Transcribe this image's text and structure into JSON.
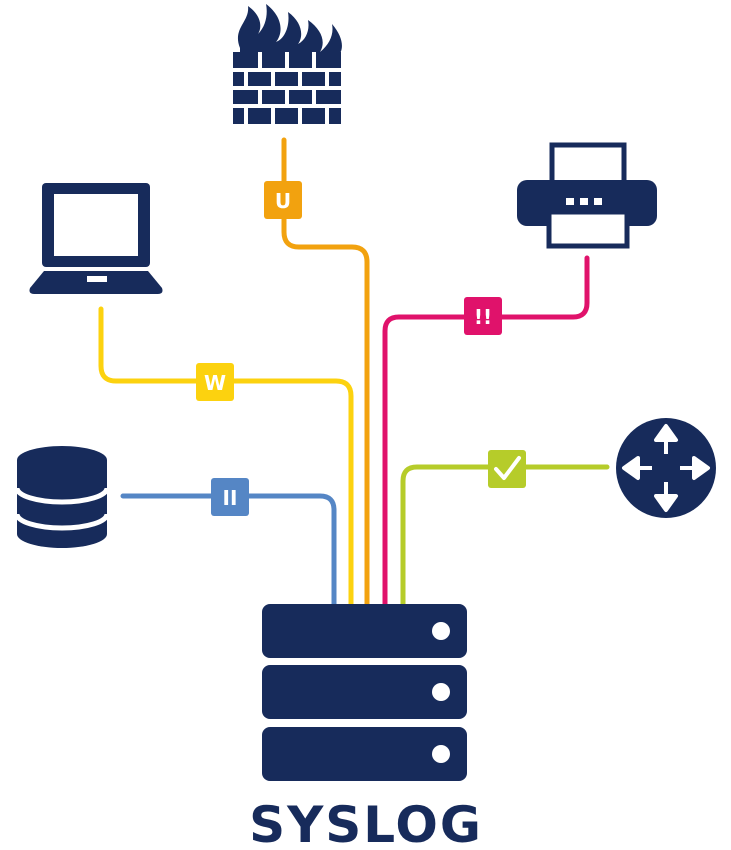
{
  "title": "SYSLOG",
  "colors": {
    "navy": "#172b5b",
    "orange": "#f2a20f",
    "magenta": "#e0126b",
    "yellow": "#fcd20f",
    "blue": "#5586c5",
    "green": "#b6cc2a"
  },
  "badges": {
    "firewall": "U",
    "printer": "!!",
    "laptop": "W",
    "database": "II"
  },
  "icons": {
    "firewall": "firewall-icon",
    "printer": "printer-icon",
    "laptop": "laptop-icon",
    "database": "database-icon",
    "router": "router-icon",
    "server": "server-icon",
    "check": "checkmark-icon"
  }
}
